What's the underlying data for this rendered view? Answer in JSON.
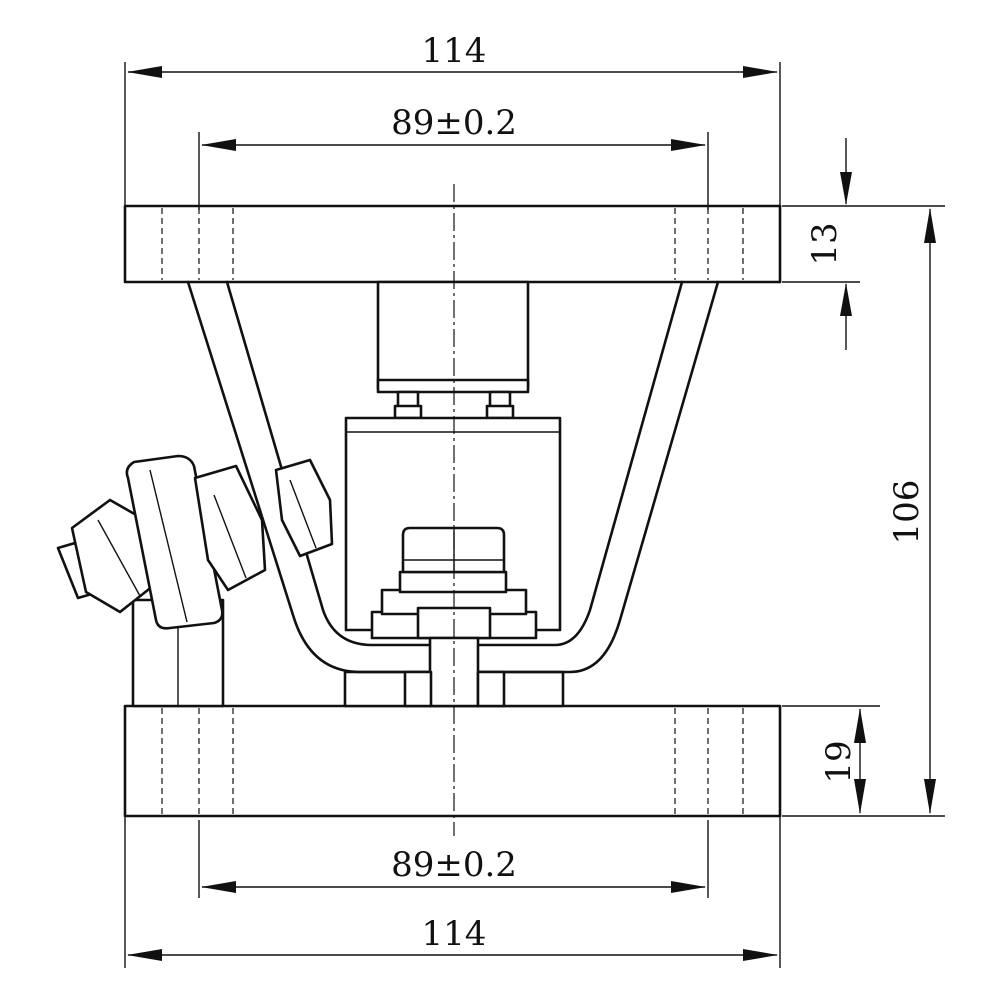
{
  "drawing": {
    "dimensions": {
      "top_overall_width": "114",
      "top_hole_spacing": "89±0.2",
      "top_plate_thickness": "13",
      "overall_height": "106",
      "bottom_plate_thickness": "19",
      "bottom_hole_spacing": "89±0.2",
      "bottom_overall_width": "114"
    }
  }
}
